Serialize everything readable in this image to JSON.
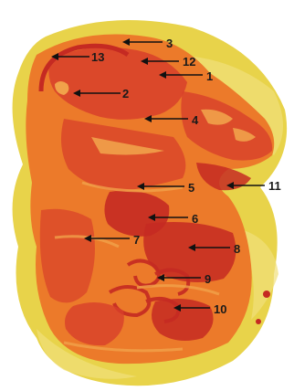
{
  "image": {
    "subject": "sagittal-tissue-section",
    "colors": {
      "background": "#ffffff",
      "embedding": "#e8d34a",
      "embedding_light": "#f1e07a",
      "tissue_orange": "#ec7a2a",
      "tissue_red": "#d8402a",
      "tissue_deep_red": "#c52a22",
      "tissue_pale": "#f1a24a"
    }
  },
  "labels": [
    {
      "id": "1",
      "text": "1"
    },
    {
      "id": "2",
      "text": "2"
    },
    {
      "id": "3",
      "text": "3"
    },
    {
      "id": "4",
      "text": "4"
    },
    {
      "id": "5",
      "text": "5"
    },
    {
      "id": "6",
      "text": "6"
    },
    {
      "id": "7",
      "text": "7"
    },
    {
      "id": "8",
      "text": "8"
    },
    {
      "id": "9",
      "text": "9"
    },
    {
      "id": "10",
      "text": "10"
    },
    {
      "id": "11",
      "text": "11"
    },
    {
      "id": "12",
      "text": "12"
    },
    {
      "id": "13",
      "text": "13"
    }
  ]
}
